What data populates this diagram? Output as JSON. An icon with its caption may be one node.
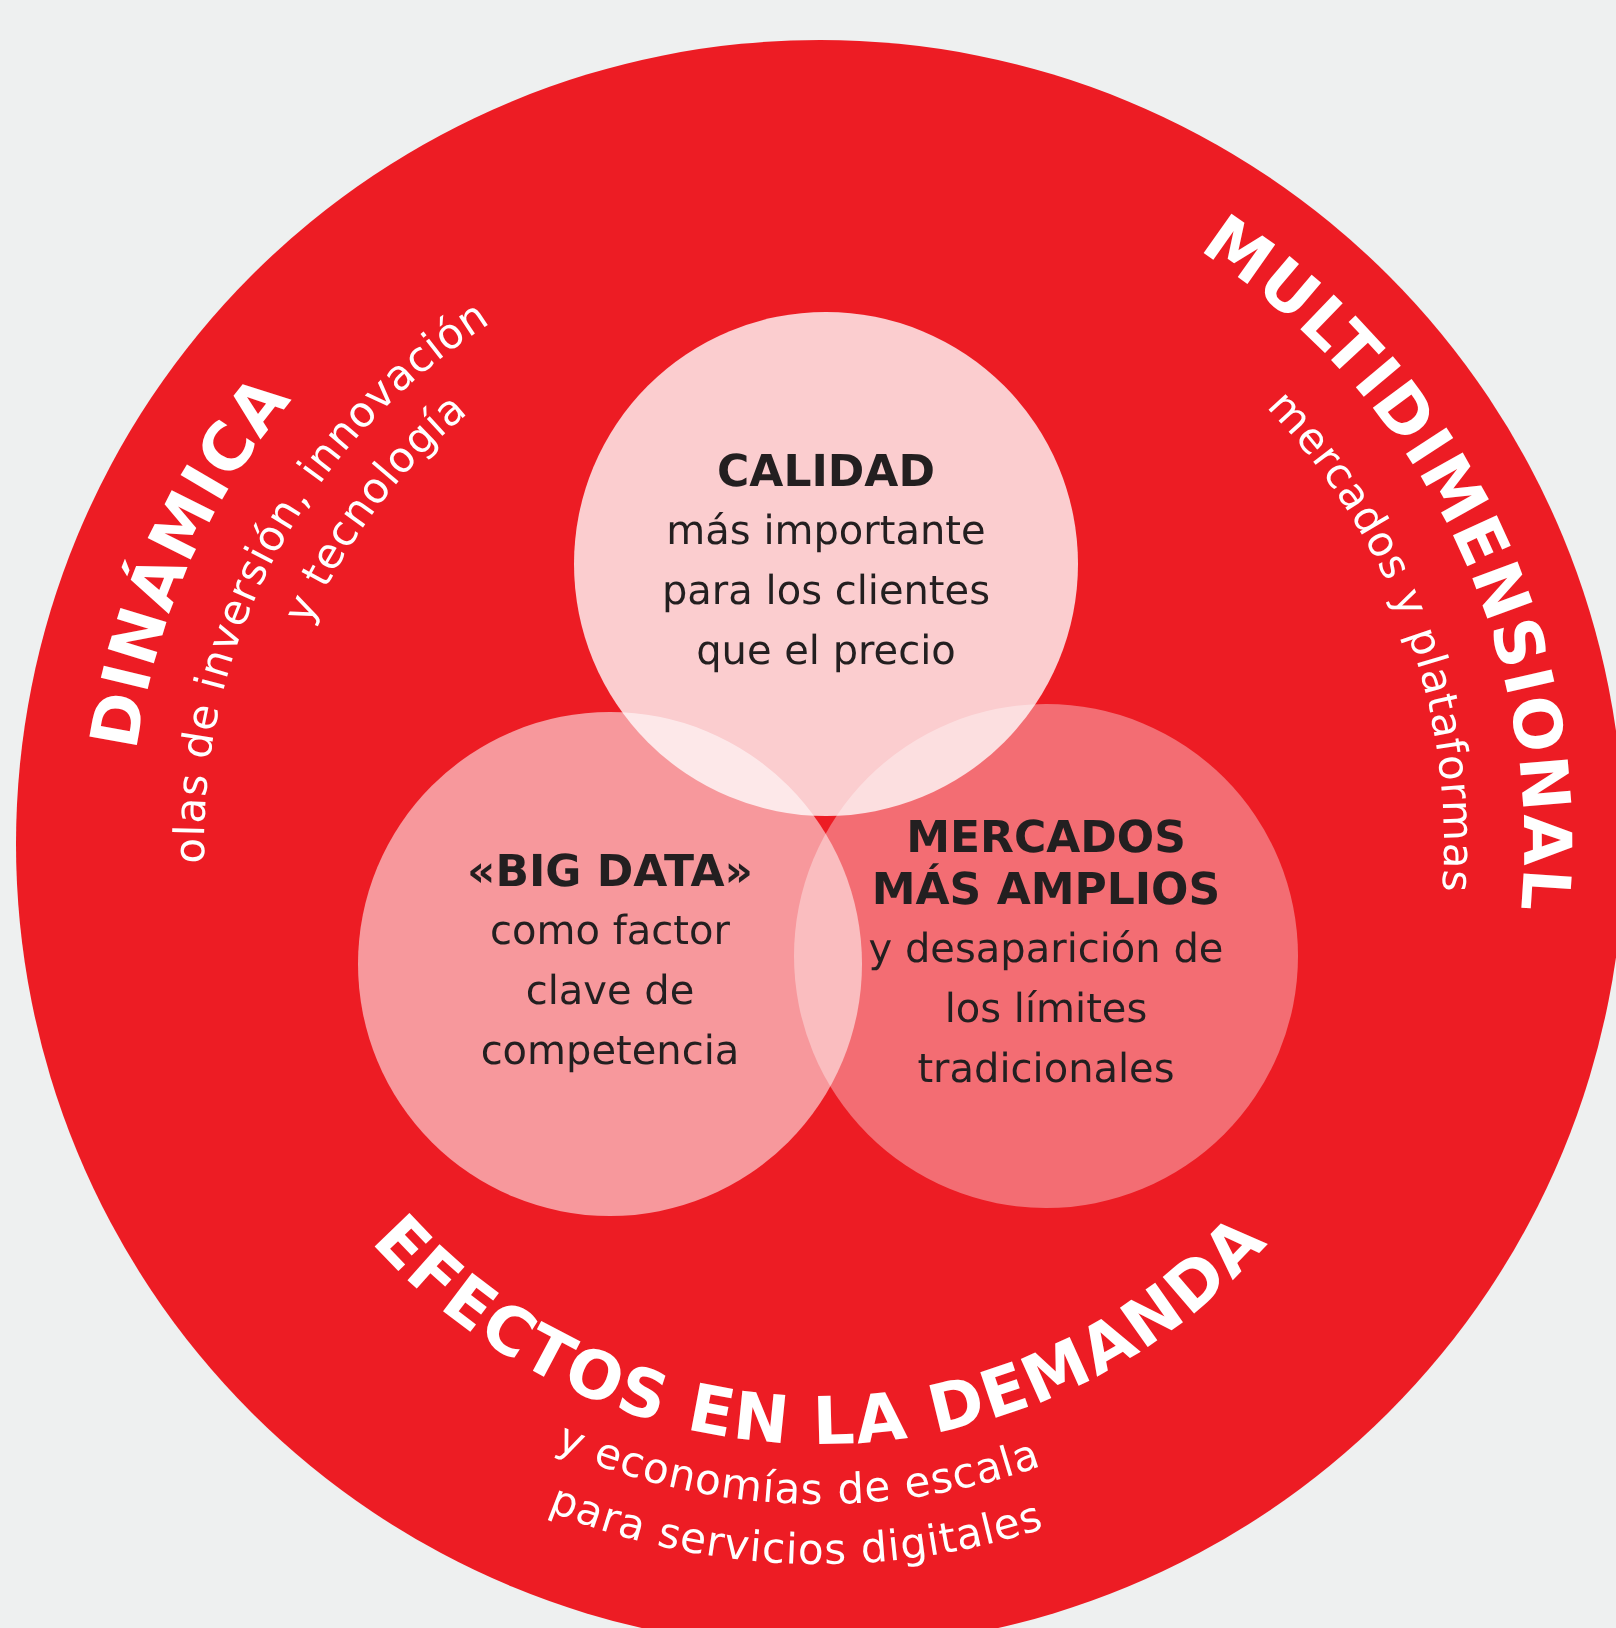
{
  "diagram": {
    "nodes": [
      {
        "text": [
          "CALIDAD",
          "más importante para los clientes que el precio"
        ]
      },
      {
        "text": [
          "«BIG DATA»",
          "como factor clave de competencia"
        ]
      },
      {
        "text": [
          "MERCADOS MÁS AMPLIOS",
          "y desaparición de los límites tradicionales"
        ]
      }
    ],
    "labels": [
      "DINÁMICA",
      "olas de inversión, innovación",
      "y tecnología",
      "MULTIDIMENSIONAL",
      "mercados y plataformas",
      "EFECTOS EN LA DEMANDA",
      "y economías de escala",
      "para servicios digitales"
    ]
  }
}
